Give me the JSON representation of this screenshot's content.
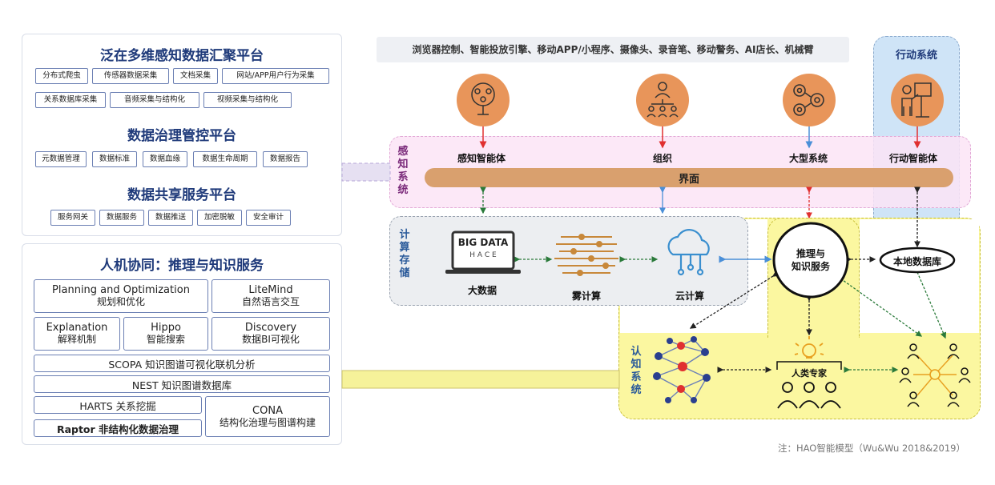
{
  "left": {
    "platform1": {
      "title": "泛在多维感知数据汇聚平台",
      "tags": [
        "分布式爬虫",
        "传感器数据采集",
        "文档采集",
        "网站/APP用户行为采集",
        "关系数据库采集",
        "音频采集与结构化",
        "视频采集与结构化"
      ]
    },
    "platform2": {
      "title": "数据治理管控平台",
      "tags": [
        "元数据管理",
        "数据标准",
        "数据血缘",
        "数据生命周期",
        "数据报告"
      ]
    },
    "platform3": {
      "title": "数据共享服务平台",
      "tags": [
        "服务网关",
        "数据服务",
        "数据推送",
        "加密脱敏",
        "安全审计"
      ]
    },
    "services": {
      "title": "人机协同：推理与知识服务",
      "modules": {
        "planning_en": "Planning and Optimization",
        "planning_zh": "规划和优化",
        "litemind_en": "LiteMind",
        "litemind_zh": "自然语言交互",
        "explanation_en": "Explanation",
        "explanation_zh": "解释机制",
        "hippo_en": "Hippo",
        "hippo_zh": "智能搜索",
        "discovery_en": "Discovery",
        "discovery_zh": "数据BI可视化",
        "scopa": "SCOPA 知识图谱可视化联机分析",
        "nest": "NEST 知识图谱数据库",
        "harts": "HARTS 关系挖掘",
        "raptor": "Raptor 非结构化数据治理",
        "cona_en": "CONA",
        "cona_zh": "结构化治理与图谱构建"
      }
    }
  },
  "right": {
    "top_devices": "浏览器控制、智能投放引擎、移动APP/小程序、摄像头、录音笔、移动警务、AI店长、机械臂",
    "action_system": "行动系统",
    "perception_system": "感\n知\n系\n统",
    "agents": [
      "感知智能体",
      "组织",
      "大型系统",
      "行动智能体"
    ],
    "interface": "界面",
    "compute_storage": "计\n算\n存\n储",
    "bigdata_logo_top": "BIG DATA",
    "bigdata_logo_bottom": "H A C E",
    "bigdata": "大数据",
    "fog": "雾计算",
    "cloud": "云计算",
    "reasoning": "推理与\n知识服务",
    "local_db": "本地数据库",
    "cognitive_system": "认\n知\n系\n统",
    "human_expert": "人类专家",
    "note": "注：HAO智能模型（Wu&Wu 2018&2019）"
  },
  "colors": {
    "title_blue": "#1f3a7a",
    "tag_border": "#6b7fb3",
    "orange": "#e8955a",
    "bar_tan": "#d9a06e",
    "pink_bg": "#fcecf8",
    "blue_bg": "#cfe4f7",
    "yellow_bg": "#fbf7a0",
    "gray_bg": "#eceef1"
  }
}
